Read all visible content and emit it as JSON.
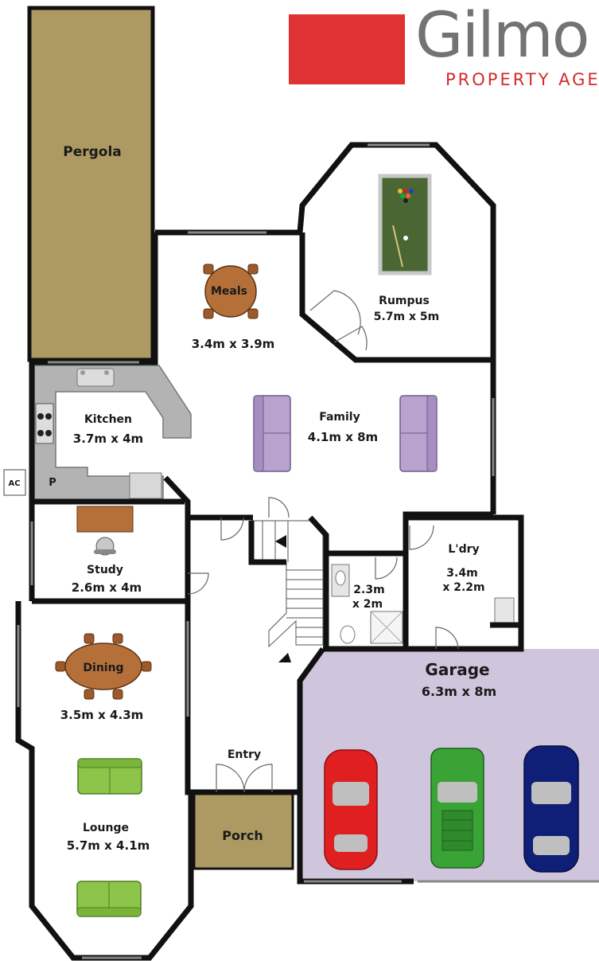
{
  "brand": {
    "name": "Gilmo",
    "tagline": "PROPERTY AGE",
    "box_color": "#e03232",
    "name_color": "#737373",
    "accent_color": "#d42a2a"
  },
  "rooms": {
    "pergola": {
      "name": "Pergola"
    },
    "meals": {
      "name": "Meals",
      "size": "3.4m x 3.9m"
    },
    "rumpus": {
      "name": "Rumpus",
      "size": "5.7m x 5m"
    },
    "kitchen": {
      "name": "Kitchen",
      "size": "3.7m x 4m",
      "pantry": "P"
    },
    "family": {
      "name": "Family",
      "size": "4.1m x 8m"
    },
    "study": {
      "name": "Study",
      "size": "2.6m x 4m"
    },
    "laundry": {
      "name": "L'dry",
      "size_line1": "3.4m",
      "size_line2": "x 2.2m"
    },
    "bathroom": {
      "size_line1": "2.3m",
      "size_line2": "x 2m"
    },
    "garage": {
      "name": "Garage",
      "size": "6.3m x 8m"
    },
    "dining": {
      "name": "Dining",
      "size": "3.5m x 4.3m"
    },
    "entry": {
      "name": "Entry"
    },
    "porch": {
      "name": "Porch"
    },
    "lounge": {
      "name": "Lounge",
      "size": "5.7m x 4.1m"
    },
    "ac_unit": {
      "name": "AC"
    }
  },
  "colors": {
    "wall": "#111111",
    "pergola": "#ad9a62",
    "garage": "#cfc5dc",
    "sofa_purple": "#b8a3cf",
    "sofa_green": "#8cc54a",
    "wood": "#b5703a",
    "bench": "#b3b3b3",
    "pool_table": "#4a6633",
    "car_red": "#e02020",
    "car_green": "#3aa336",
    "car_blue": "#0f1f78"
  }
}
